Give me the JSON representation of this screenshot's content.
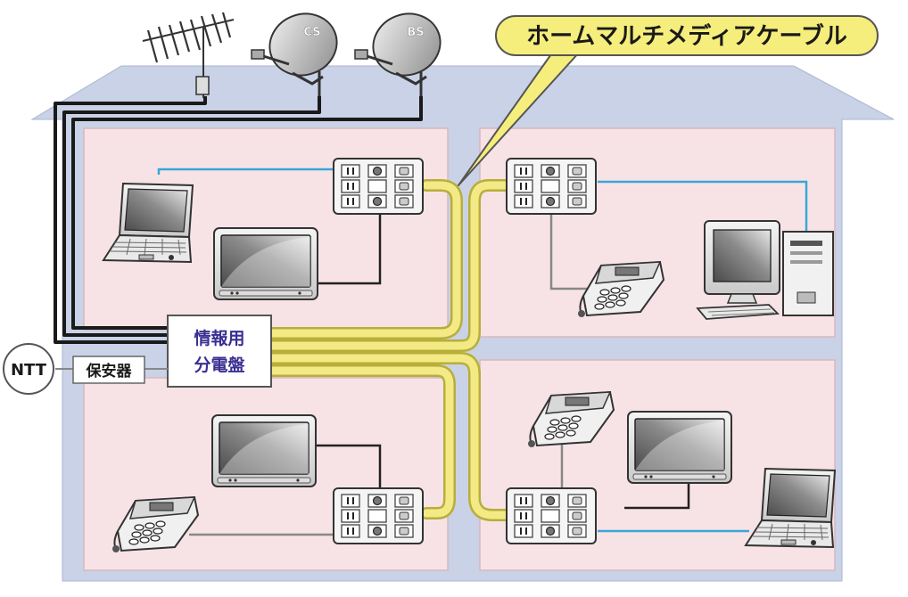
{
  "callout": {
    "text": "ホームマルチメディアケーブル"
  },
  "antennas": {
    "cs_label": "CS",
    "bs_label": "BS"
  },
  "panel": {
    "line1": "情報用",
    "line2": "分電盤"
  },
  "protector": {
    "label": "保安器"
  },
  "external": {
    "label": "NTT"
  },
  "colors": {
    "house": "#c9d2e6",
    "room": "#f7e3e6",
    "cable": "#f3ea86",
    "cable_edge": "#b8ae3a",
    "lan": "#3aa6d8",
    "panel_text": "#3a2f92"
  }
}
